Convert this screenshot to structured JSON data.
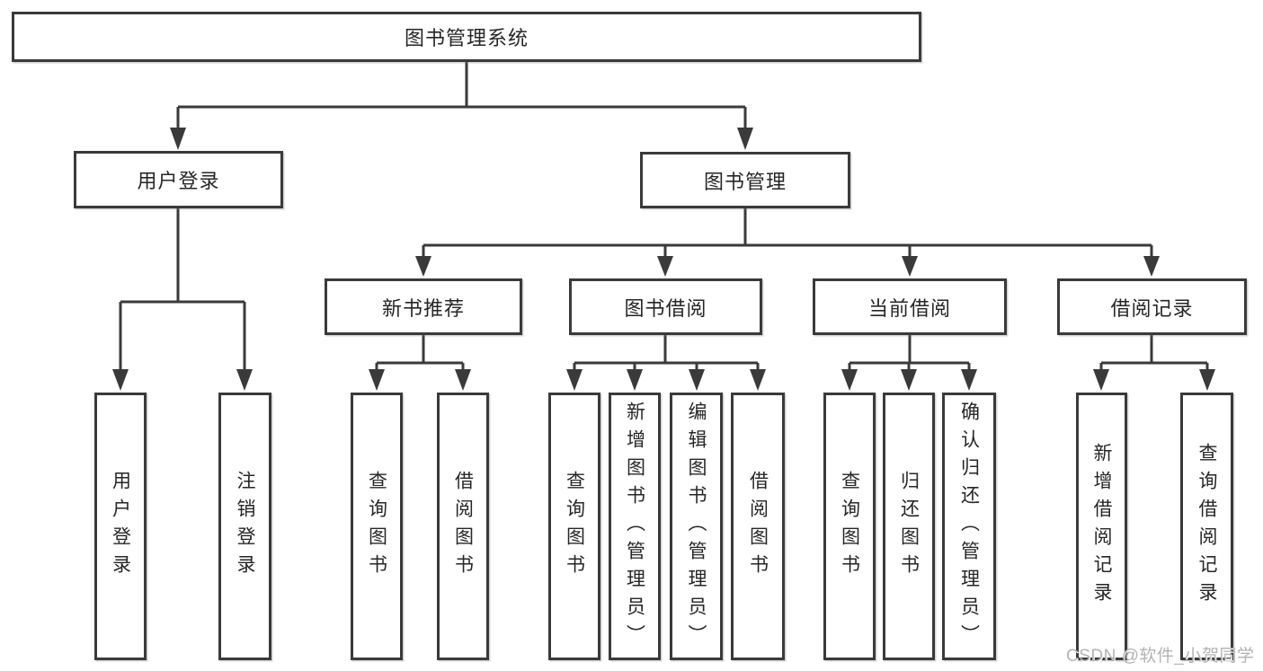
{
  "tree": {
    "root": {
      "label": "图书管理系统",
      "children": [
        {
          "label": "用户登录",
          "children": [
            {
              "label": "用户登录"
            },
            {
              "label": "注销登录"
            }
          ]
        },
        {
          "label": "图书管理",
          "children": [
            {
              "label": "新书推荐",
              "children": [
                {
                  "label": "查询图书"
                },
                {
                  "label": "借阅图书"
                }
              ]
            },
            {
              "label": "图书借阅",
              "children": [
                {
                  "label": "查询图书"
                },
                {
                  "label": "新增图书（管理员）"
                },
                {
                  "label": "编辑图书（管理员）"
                },
                {
                  "label": "借阅图书"
                }
              ]
            },
            {
              "label": "当前借阅",
              "children": [
                {
                  "label": "查询图书"
                },
                {
                  "label": "归还图书"
                },
                {
                  "label": "确认归还（管理员）"
                }
              ]
            },
            {
              "label": "借阅记录",
              "children": [
                {
                  "label": "新增借阅记录"
                },
                {
                  "label": "查询借阅记录"
                }
              ]
            }
          ]
        }
      ]
    }
  },
  "watermark": {
    "text": "CSDN @软件_小贺同学"
  },
  "colors": {
    "line": "#3a3a3a",
    "text": "#262626",
    "watermark": "#b3b3b3",
    "background": "#ffffff"
  }
}
